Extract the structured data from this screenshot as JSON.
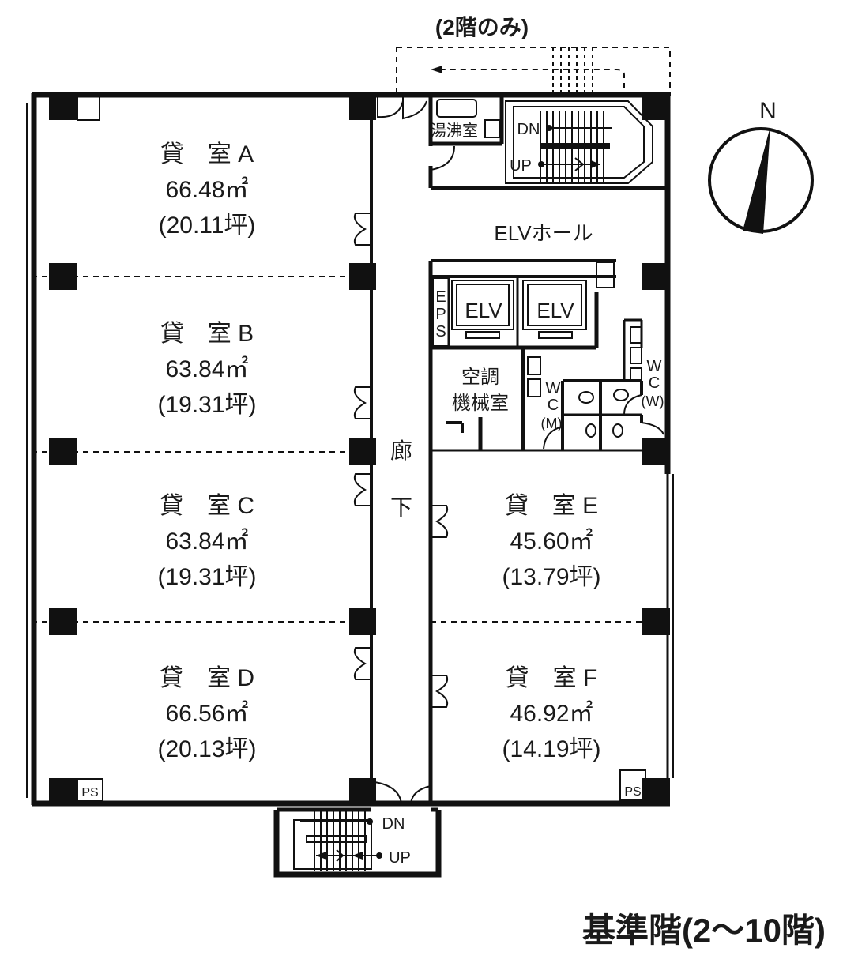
{
  "title": "基準階(2〜10階)",
  "note_2f_only": "(2階のみ)",
  "compass": {
    "label": "N"
  },
  "rooms": [
    {
      "id": "A",
      "name": "貸　室 A",
      "area": "66.48㎡",
      "tsubo": "(20.11坪)"
    },
    {
      "id": "B",
      "name": "貸　室 B",
      "area": "63.84㎡",
      "tsubo": "(19.31坪)"
    },
    {
      "id": "C",
      "name": "貸　室 C",
      "area": "63.84㎡",
      "tsubo": "(19.31坪)"
    },
    {
      "id": "D",
      "name": "貸　室 D",
      "area": "66.56㎡",
      "tsubo": "(20.13坪)"
    },
    {
      "id": "E",
      "name": "貸　室 E",
      "area": "45.60㎡",
      "tsubo": "(13.79坪)"
    },
    {
      "id": "F",
      "name": "貸　室 F",
      "area": "46.92㎡",
      "tsubo": "(14.19坪)"
    }
  ],
  "labels": {
    "kitchen": "湯沸室",
    "elv_hall": "ELVホール",
    "elv1": "ELV",
    "elv2": "ELV",
    "eps_e": "E",
    "eps_p": "P",
    "eps_s": "S",
    "aircon_1": "空調",
    "aircon_2": "機械室",
    "wc_m_w": "W",
    "wc_m_c": "C",
    "wc_m_g": "(M)",
    "wc_w_w": "W",
    "wc_w_c": "C",
    "wc_w_g": "(W)",
    "corridor_1": "廊",
    "corridor_2": "下",
    "ps_left": "PS",
    "ps_right": "PS",
    "stair_top_dn": "DN",
    "stair_top_up": "UP",
    "stair_bot_dn": "DN",
    "stair_bot_up": "UP"
  }
}
